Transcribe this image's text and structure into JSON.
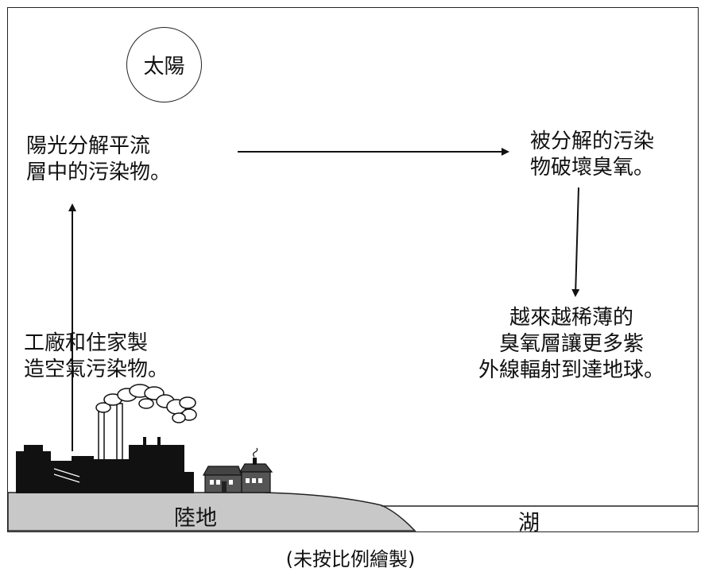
{
  "diagram": {
    "sun": {
      "label": "太陽"
    },
    "step_factory": "工廠和住家製\n造空氣污染物。",
    "step_sunlight": "陽光分解平流\n層中的污染物。",
    "step_ozone": "被分解的污染\n物破壞臭氧。",
    "step_uv": "越來越稀薄的\n臭氧層讓更多紫\n外線輻射到達地球。",
    "land_label": "陸地",
    "lake_label": "湖",
    "scale_note": "(未按比例繪製)"
  },
  "colors": {
    "ground": "#c8c8c8",
    "building": "#111111",
    "house": "#555555",
    "line": "#111111"
  }
}
